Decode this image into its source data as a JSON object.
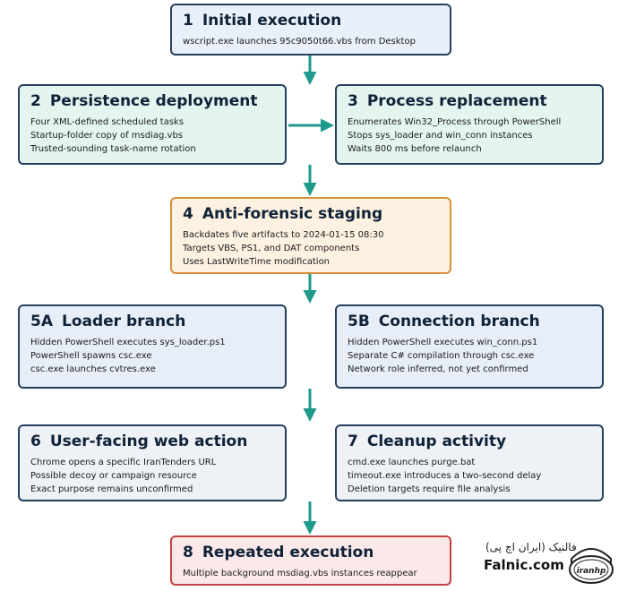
{
  "steps": {
    "s1": {
      "num": "1",
      "title": "Initial execution",
      "lines": [
        "wscript.exe launches 95c9050t66.vbs from Desktop"
      ]
    },
    "s2": {
      "num": "2",
      "title": "Persistence deployment",
      "lines": [
        "Four XML-defined scheduled tasks",
        "Startup-folder copy of msdiag.vbs",
        "Trusted-sounding task-name rotation"
      ]
    },
    "s3": {
      "num": "3",
      "title": "Process replacement",
      "lines": [
        "Enumerates Win32_Process through PowerShell",
        "Stops sys_loader and win_conn instances",
        "Waits 800 ms before relaunch"
      ]
    },
    "s4": {
      "num": "4",
      "title": "Anti-forensic staging",
      "lines": [
        "Backdates five artifacts to 2024-01-15 08:30",
        "Targets VBS, PS1, and DAT components",
        "Uses LastWriteTime modification"
      ]
    },
    "s5a": {
      "num": "5A",
      "title": "Loader branch",
      "lines": [
        "Hidden PowerShell executes sys_loader.ps1",
        "PowerShell spawns csc.exe",
        "csc.exe launches cvtres.exe"
      ]
    },
    "s5b": {
      "num": "5B",
      "title": "Connection branch",
      "lines": [
        "Hidden PowerShell executes win_conn.ps1",
        "Separate C# compilation through csc.exe",
        "Network role inferred, not yet confirmed"
      ]
    },
    "s6": {
      "num": "6",
      "title": "User-facing web action",
      "lines": [
        "Chrome opens a specific IranTenders URL",
        "Possible decoy or campaign resource",
        "Exact purpose remains unconfirmed"
      ]
    },
    "s7": {
      "num": "7",
      "title": "Cleanup activity",
      "lines": [
        "cmd.exe launches purge.bat",
        "timeout.exe introduces a two-second delay",
        "Deletion targets require file analysis"
      ]
    },
    "s8": {
      "num": "8",
      "title": "Repeated execution",
      "lines": [
        "Multiple background msdiag.vbs instances reappear"
      ]
    }
  },
  "logo": {
    "persian": "فالنیک (ایران اچ پی)",
    "brand": "Falnic.com",
    "seal_text": "iranhp"
  },
  "colors": {
    "arrow": "#1e9a8c",
    "border": "#25405f",
    "orange_border": "#d6913c",
    "red_border": "#c24141"
  }
}
